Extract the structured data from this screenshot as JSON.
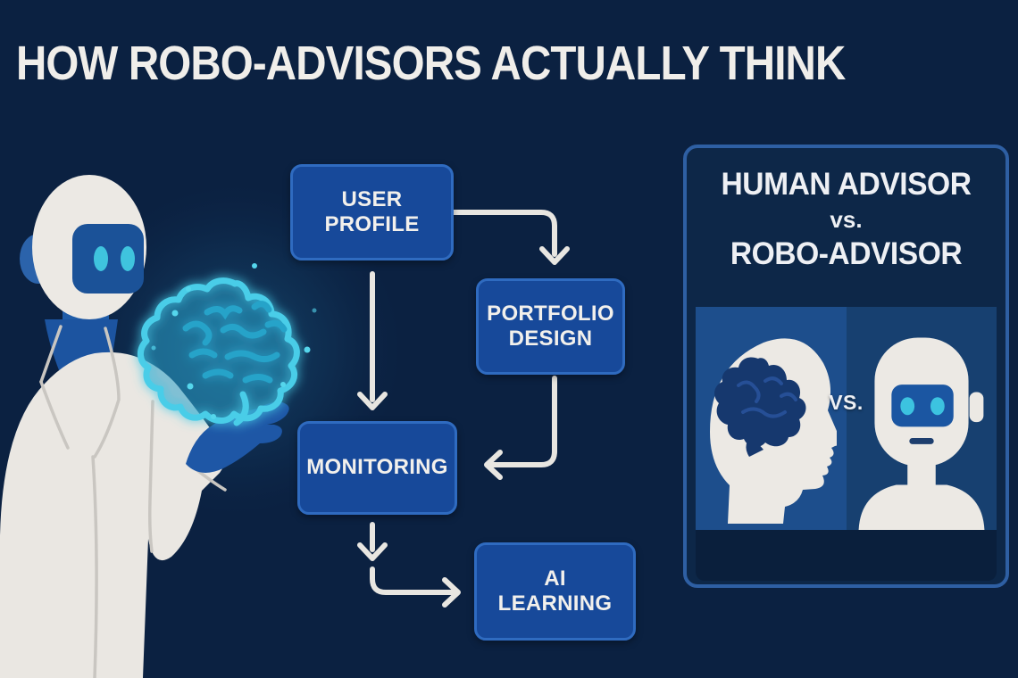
{
  "title": "HOW ROBO-ADVISORS ACTUALLY THINK",
  "flowchart": {
    "nodes": [
      {
        "id": "user-profile",
        "label": "USER PROFILE"
      },
      {
        "id": "portfolio-design",
        "label": "PORTFOLIO DESIGN"
      },
      {
        "id": "monitoring",
        "label": "MONITORING"
      },
      {
        "id": "ai-learning",
        "label": "AI LEARNING"
      }
    ],
    "edges": [
      {
        "from": "user-profile",
        "to": "portfolio-design"
      },
      {
        "from": "user-profile",
        "to": "monitoring"
      },
      {
        "from": "portfolio-design",
        "to": "monitoring"
      },
      {
        "from": "monitoring",
        "to": "ai-learning"
      }
    ]
  },
  "comparison": {
    "title_line1": "HUMAN ADVISOR",
    "title_vs": "vs.",
    "title_line2": "ROBO-ADVISOR",
    "vs_label": "VS.",
    "left_figure": "human-head-with-brain",
    "right_figure": "robot-head-and-shoulders"
  },
  "illustration": {
    "description": "robot scientist in lab coat holding a glowing brain"
  },
  "colors": {
    "background": "#0b2141",
    "node_fill": "#17499a",
    "node_border": "#2f6bc0",
    "arrow": "#e8e6e1",
    "panel_border": "#2e5fa3",
    "panel_fill": "#0d2748",
    "subpanel_left": "#1d4e8c",
    "subpanel_right": "#174070",
    "text": "#f0eeea",
    "cyan_accent": "#3fc4de",
    "brain_glow": "#49cde8",
    "coat_white": "#eae7e2",
    "robot_blue": "#1b5298"
  }
}
